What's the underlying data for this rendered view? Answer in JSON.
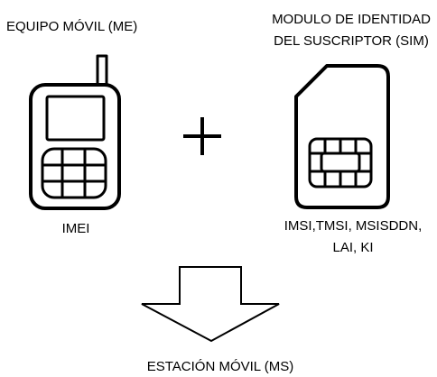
{
  "labels": {
    "mobile_equipment": "EQUIPO MÓVIL (ME)",
    "sim_line1": "MODULO DE IDENTIDAD",
    "sim_line2": "DEL SUSCRIPTOR (SIM)",
    "imei": "IMEI",
    "sim_identifiers_line1": "IMSI,TMSI, MSISDDN,",
    "sim_identifiers_line2": "LAI, KI",
    "mobile_station": "ESTACIÓN MÓVIL (MS)"
  },
  "icons": {
    "phone": "mobile-phone-icon",
    "sim": "sim-card-icon",
    "plus": "plus-icon",
    "arrow": "down-arrow-icon"
  },
  "colors": {
    "stroke": "#000000",
    "background": "#ffffff"
  }
}
